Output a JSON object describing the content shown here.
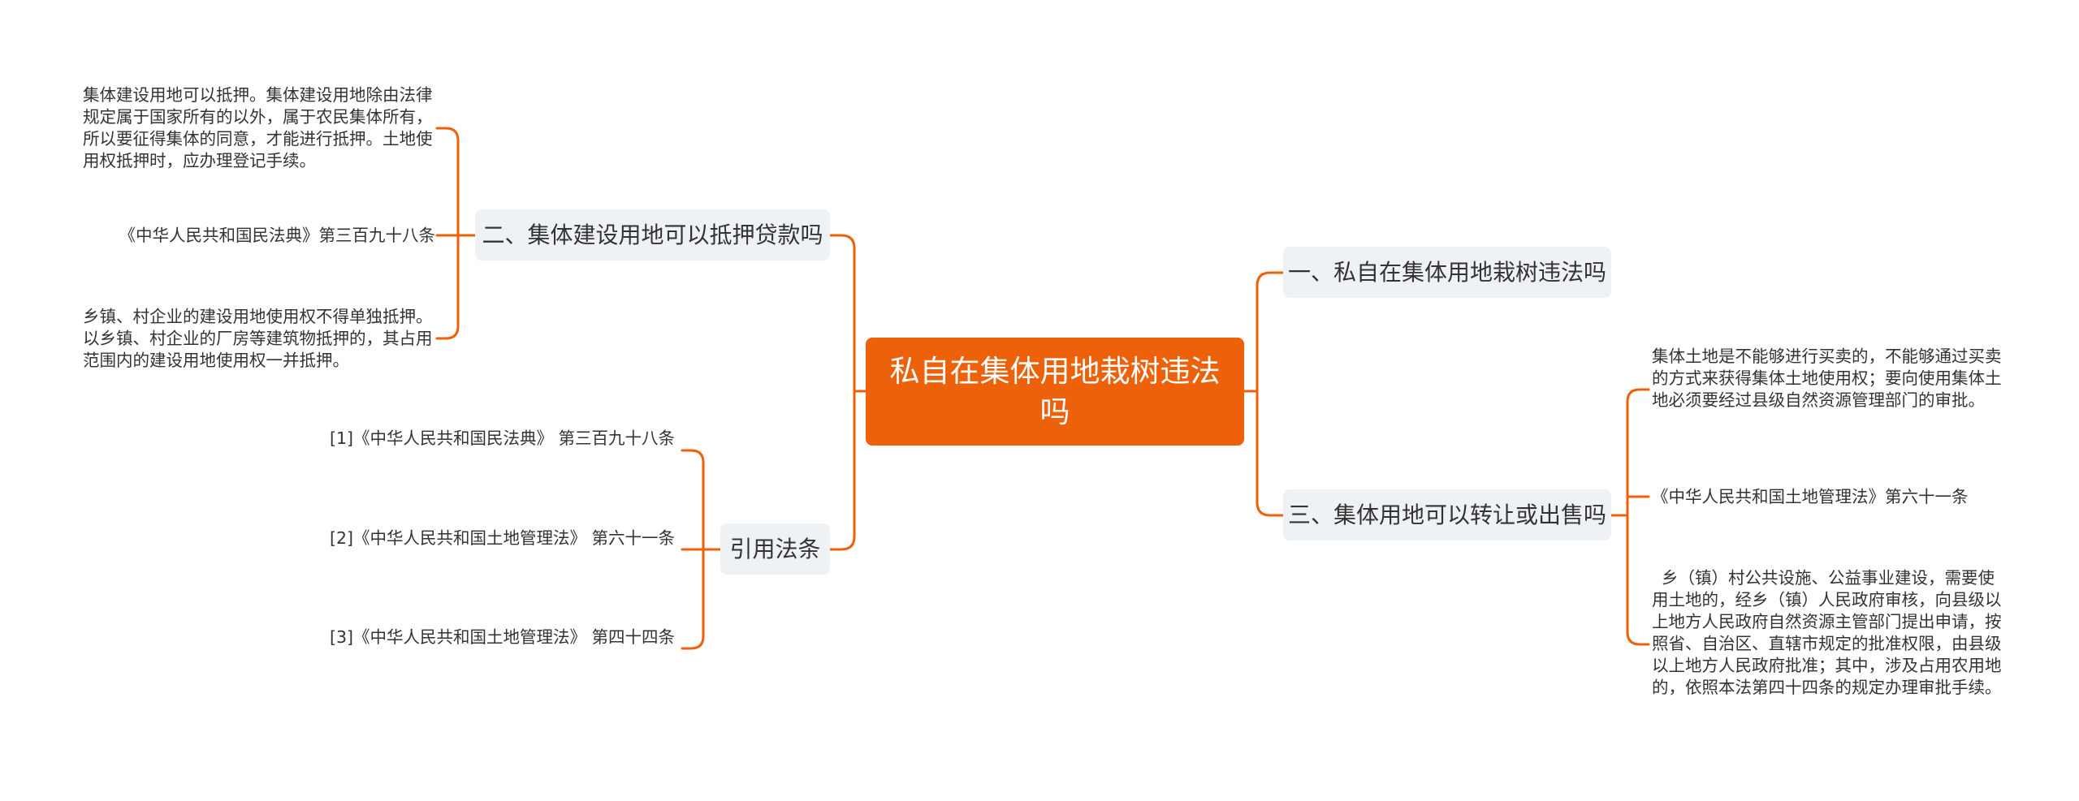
{
  "root": {
    "title": "私自在集体用地栽树违法吗"
  },
  "branches": [
    {
      "label": "一、私自在集体用地栽树违法吗",
      "children": []
    },
    {
      "label": "三、集体用地可以转让或出售吗",
      "children": [
        "集体土地是不能够进行买卖的，不能够通过买卖的方式来获得集体土地使用权；要向使用集体土地必须要经过县级自然资源管理部门的审批。",
        "《中华人民共和国土地管理法》第六十一条",
        "乡（镇）村公共设施、公益事业建设，需要使用土地的，经乡（镇）人民政府审核，向县级以上地方人民政府自然资源主管部门提出申请，按照省、自治区、直辖市规定的批准权限，由县级以上地方人民政府批准；其中，涉及占用农用地的，依照本法第四十四条的规定办理审批手续。"
      ]
    },
    {
      "label": "二、集体建设用地可以抵押贷款吗",
      "children": [
        "集体建设用地可以抵押。集体建设用地除由法律规定属于国家所有的以外，属于农民集体所有，所以要征得集体的同意，才能进行抵押。土地使用权抵押时，应办理登记手续。",
        "《中华人民共和国民法典》第三百九十八条",
        "乡镇、村企业的建设用地使用权不得单独抵押。以乡镇、村企业的厂房等建筑物抵押的，其占用范围内的建设用地使用权一并抵押。"
      ]
    },
    {
      "label": "引用法条",
      "children": [
        "[1]《中华人民共和国民法典》 第三百九十八条",
        "[2]《中华人民共和国土地管理法》 第六十一条",
        "[3]《中华人民共和国土地管理法》 第四十四条"
      ]
    }
  ],
  "colors": {
    "accent": "#EC610A",
    "topic_bg": "#EFF2F5",
    "text": "#333333"
  }
}
